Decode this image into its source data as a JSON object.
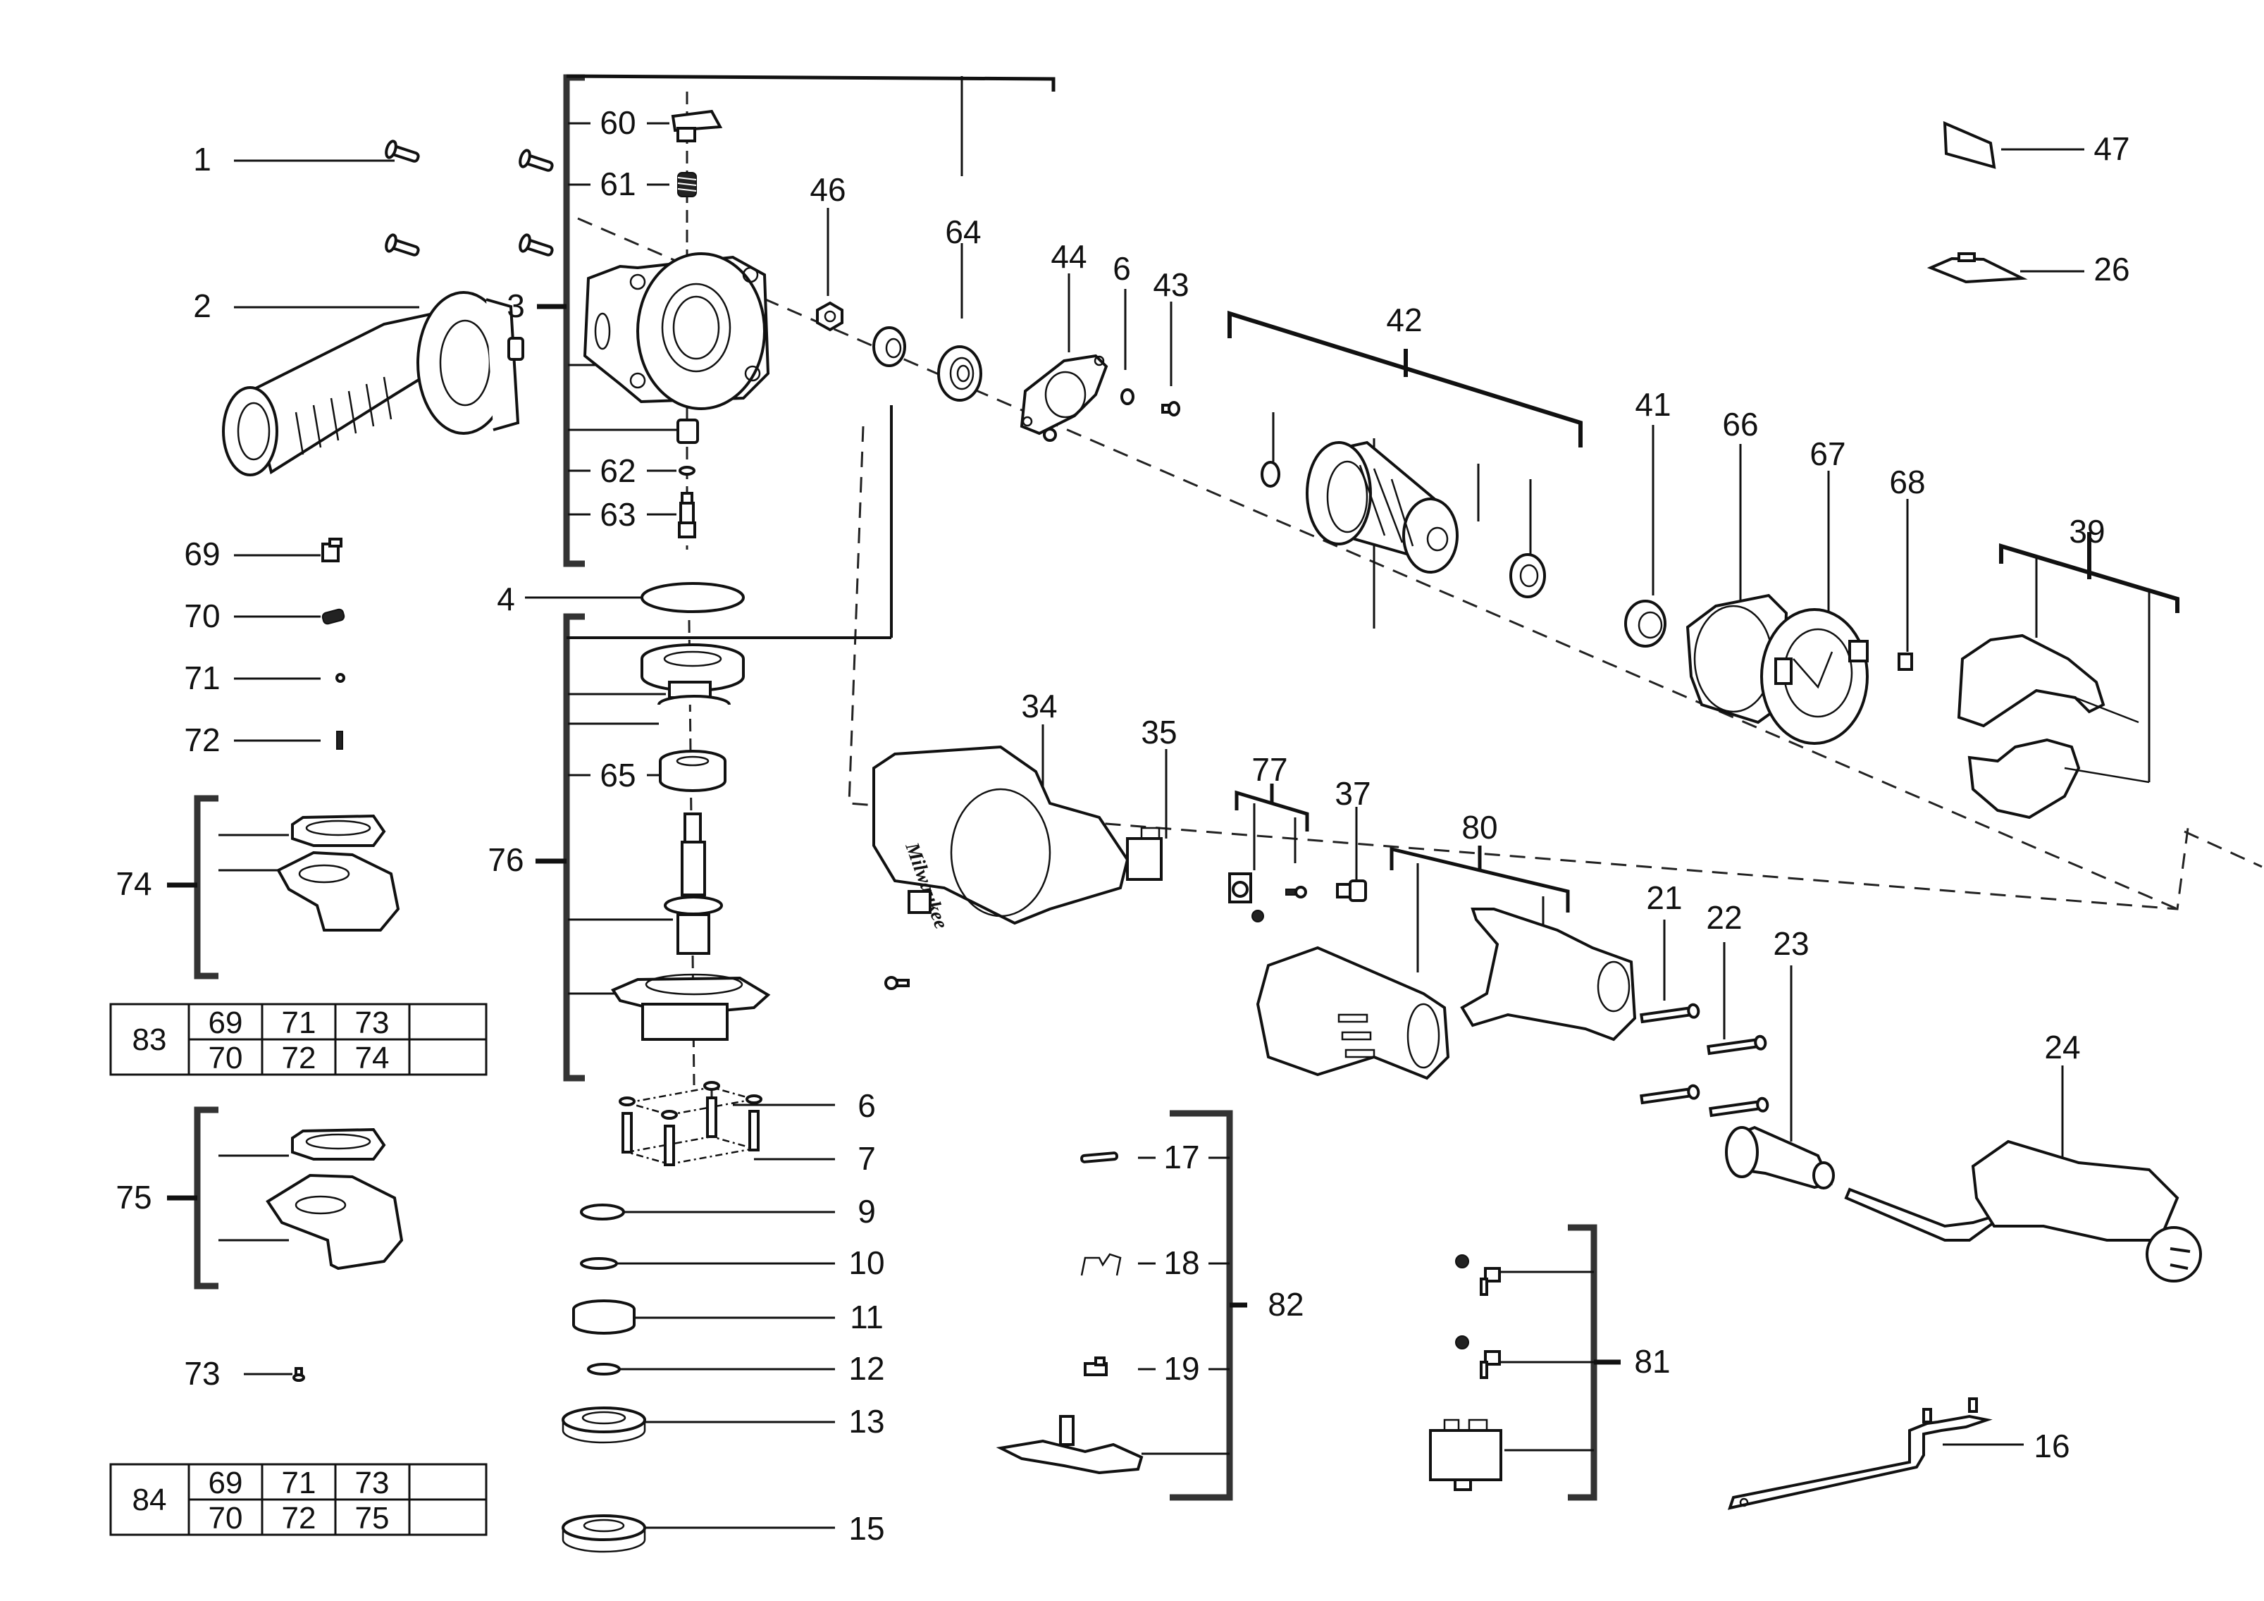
{
  "title": "Angle grinder exploded parts diagram",
  "brand_mark": "Milwaukee",
  "callouts": {
    "c1": "1",
    "c2": "2",
    "c3": "3",
    "c4": "4",
    "c6a": "6",
    "c6b": "6",
    "c7": "7",
    "c9": "9",
    "c10": "10",
    "c11": "11",
    "c12": "12",
    "c13": "13",
    "c15": "15",
    "c16": "16",
    "c17": "17",
    "c18": "18",
    "c19": "19",
    "c21": "21",
    "c22": "22",
    "c23": "23",
    "c24": "24",
    "c26": "26",
    "c34": "34",
    "c35": "35",
    "c37": "37",
    "c39": "39",
    "c41": "41",
    "c42": "42",
    "c43": "43",
    "c44": "44",
    "c46": "46",
    "c47": "47",
    "c60": "60",
    "c61": "61",
    "c62": "62",
    "c63": "63",
    "c64": "64",
    "c65": "65",
    "c66": "66",
    "c67": "67",
    "c68": "68",
    "c69": "69",
    "c70": "70",
    "c71": "71",
    "c72": "72",
    "c73": "73",
    "c74": "74",
    "c75": "75",
    "c76": "76",
    "c77": "77",
    "c80": "80",
    "c81": "81",
    "c82": "82"
  },
  "kit_tables": [
    {
      "kit": "83",
      "rows": [
        [
          "69",
          "71",
          "73",
          ""
        ],
        [
          "70",
          "72",
          "74",
          ""
        ]
      ]
    },
    {
      "kit": "84",
      "rows": [
        [
          "69",
          "71",
          "73",
          ""
        ],
        [
          "70",
          "72",
          "75",
          ""
        ]
      ]
    }
  ],
  "colors": {
    "ink": "#111111",
    "background": "#ffffff"
  }
}
